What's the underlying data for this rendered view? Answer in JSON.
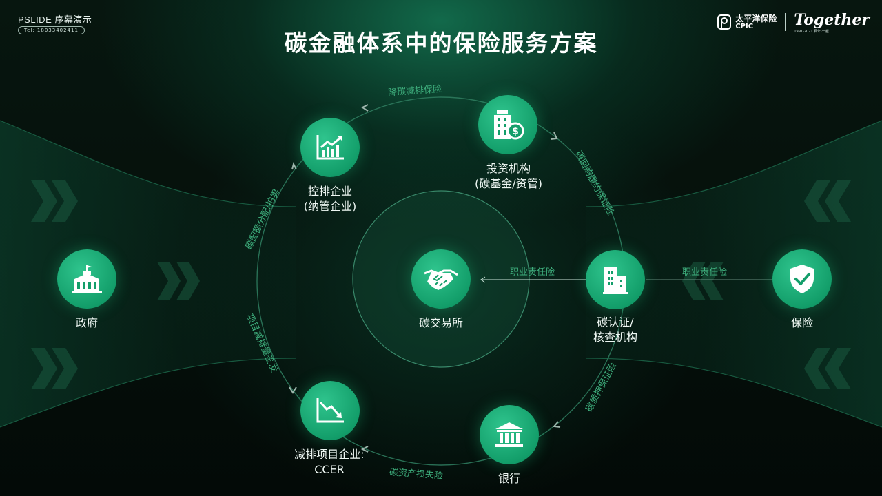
{
  "header": {
    "brand": "PSLIDE 序幕演示",
    "tel": "Tel: 18033402411",
    "title": "碳金融体系中的保险服务方案",
    "logo_name": "太平洋保险",
    "logo_sub": "CPIC",
    "logo_slogan": "Together",
    "logo_slogan_sub": "1991-2021 百年·一起"
  },
  "nodes": {
    "control": {
      "line1": "控排企业",
      "line2": "(纳管企业)"
    },
    "invest": {
      "line1": "投资机构",
      "line2": "(碳基金/资管)"
    },
    "exchange": {
      "line1": "碳交易所"
    },
    "cert": {
      "line1": "碳认证/",
      "line2": "核查机构"
    },
    "gov": {
      "line1": "政府"
    },
    "insurance": {
      "line1": "保险"
    },
    "reduction": {
      "line1": "减排项目企业:",
      "line2": "CCER"
    },
    "bank": {
      "line1": "银行"
    }
  },
  "edges": {
    "top": "降碳减排保险",
    "right_upper": "碳回购履约保证险",
    "left_upper": "碳配额分配/拍卖",
    "left_lower": "项目减排量签发",
    "right_lower": "碳质押保证险",
    "bottom": "碳资产损失险",
    "cert_to_exchange": "职业责任险",
    "insurance_to_cert": "职业责任险"
  },
  "colors": {
    "node_green": "#139e6a",
    "edge_text": "#3fb07e",
    "accent": "#2fc48d"
  },
  "icons": {
    "control": "trend-up-chart-icon",
    "invest": "building-coin-icon",
    "exchange": "handshake-icon",
    "cert": "office-building-icon",
    "gov": "government-building-icon",
    "insurance": "shield-check-icon",
    "reduction": "trend-down-chart-icon",
    "bank": "bank-icon"
  }
}
